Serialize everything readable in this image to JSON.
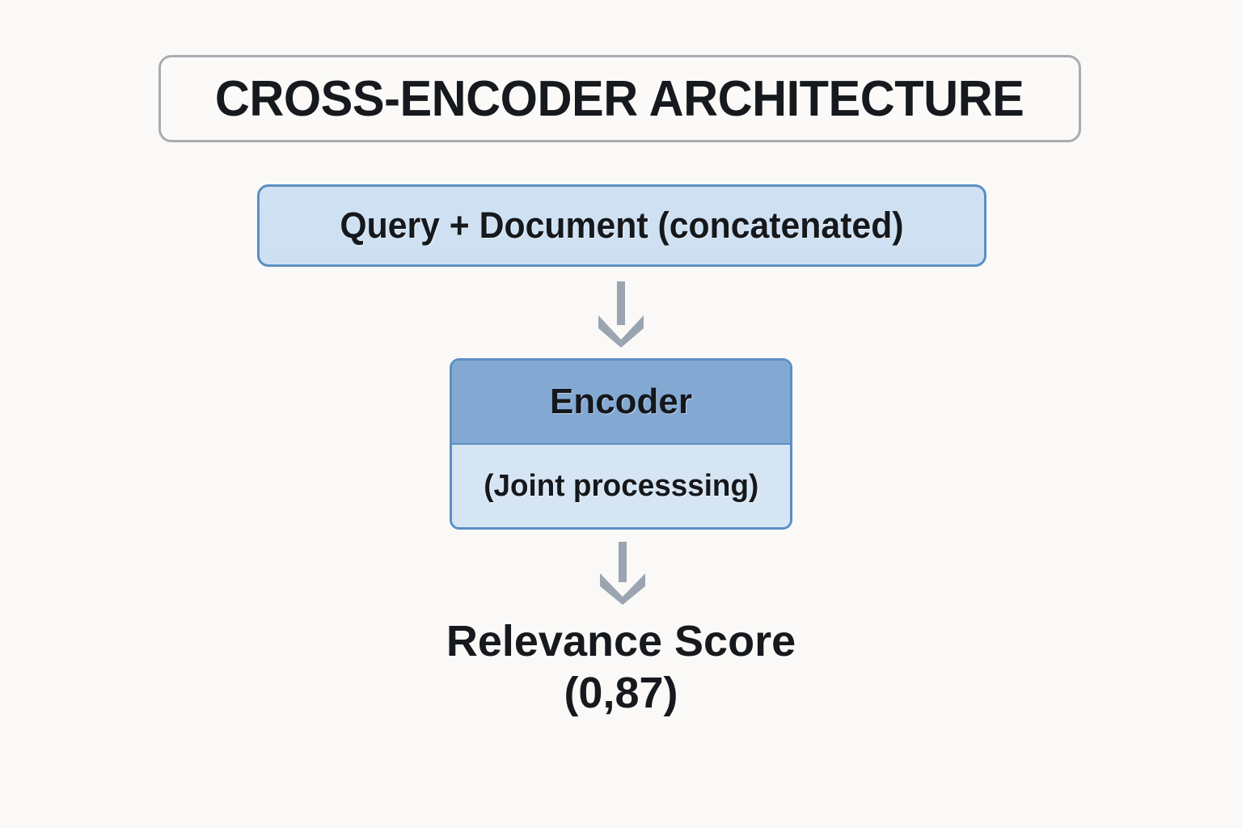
{
  "page": {
    "background_color": "#faf9f7",
    "title": "CROSS-ENCODER ARCHITECTURE"
  },
  "colors": {
    "page_background": "#faf9f7",
    "title_border": "#a8acb3",
    "title_fill": "#fbfaf8",
    "box_border_blue": "#5b8fc4",
    "box_fill_light_blue": "#cfe1f2",
    "encoder_header_blue": "#83a9d3",
    "encoder_body_blue": "#d6e5f3",
    "arrow_gray": "#9aa5b1",
    "text_dark": "#16191d"
  },
  "diagram": {
    "type": "flowchart",
    "direction": "top-to-bottom",
    "nodes": [
      {
        "id": "title",
        "label": "CROSS-ENCODER ARCHITECTURE",
        "role": "title-banner"
      },
      {
        "id": "input",
        "label": "Query + Document (concatenated)",
        "role": "input-node"
      },
      {
        "id": "encoder",
        "label": "Encoder",
        "sublabel": "(Joint processsing)",
        "role": "process-node"
      },
      {
        "id": "output",
        "label": "Relevance Score",
        "sublabel": "(0,87)",
        "role": "output-node"
      }
    ],
    "edges": [
      {
        "id": "edge-input-encoder",
        "from": "input",
        "to": "encoder",
        "icon": "arrow-down-icon"
      },
      {
        "id": "edge-encoder-output",
        "from": "encoder",
        "to": "output",
        "icon": "arrow-down-icon"
      }
    ]
  },
  "title_banner": {
    "text": "CROSS-ENCODER ARCHITECTURE"
  },
  "input_node": {
    "text": "Query + Document (concatenated)"
  },
  "encoder_node": {
    "header": "Encoder",
    "body": "(Joint processsing)"
  },
  "output_node": {
    "line1": "Relevance Score",
    "line2": "(0,87)",
    "score_value": "0,87"
  },
  "arrows": {
    "first": {
      "name": "arrow-down-icon"
    },
    "second": {
      "name": "arrow-down-icon"
    }
  }
}
